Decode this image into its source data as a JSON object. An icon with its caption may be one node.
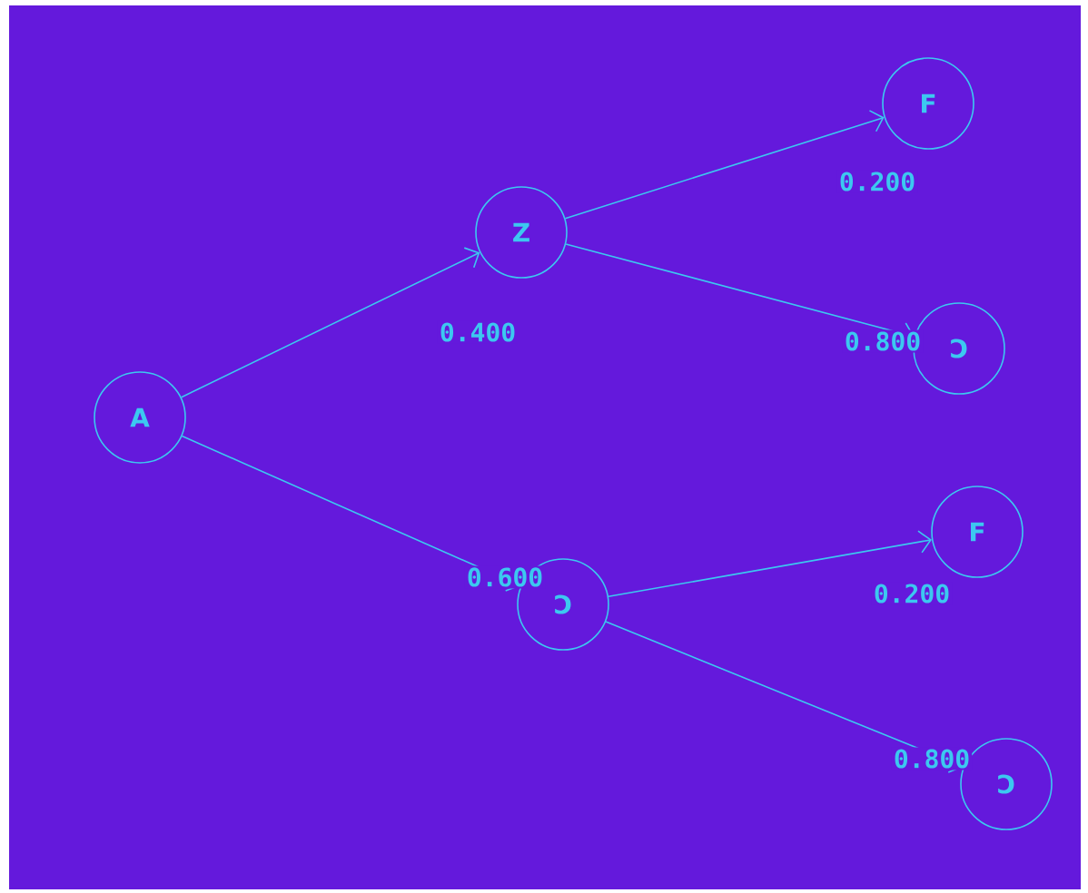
{
  "diagram": {
    "nodes": [
      {
        "text": [
          "A"
        ]
      },
      {
        "text": [
          "Z"
        ]
      },
      {
        "text": [
          "F"
        ]
      },
      {
        "text": [
          "Ɔ"
        ]
      },
      {
        "text": [
          "Ɔ"
        ]
      },
      {
        "text": [
          "F"
        ]
      },
      {
        "text": [
          "Ɔ"
        ]
      }
    ],
    "edges": [
      {
        "from": 0,
        "to": 1,
        "arrow": "to",
        "label": "0.400"
      },
      {
        "from": 1,
        "to": 2,
        "arrow": "to",
        "label": "0.200"
      },
      {
        "from": 1,
        "to": 3,
        "arrow": "to",
        "label": "0.800"
      },
      {
        "from": 0,
        "to": 4,
        "arrow": "to",
        "label": "0.600"
      },
      {
        "from": 4,
        "to": 5,
        "arrow": "to",
        "label": "0.200"
      },
      {
        "from": 4,
        "to": 6,
        "arrow": "to",
        "label": "0.800"
      }
    ]
  }
}
